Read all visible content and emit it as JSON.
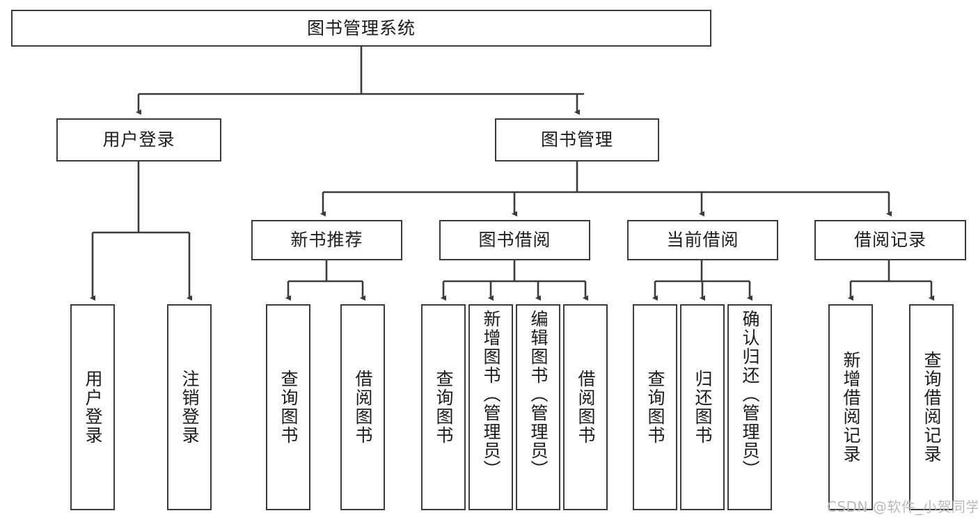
{
  "diagram": {
    "title": "图书管理系统",
    "type": "hierarchy-tree",
    "orientation": "top-down",
    "levels": 4,
    "stroke_color": "#3b3b3b",
    "text_color": "#1b1b1b",
    "background_color": "#ffffff"
  },
  "nodes": {
    "root": {
      "label": "图书管理系统"
    },
    "level2": [
      {
        "label": "用户登录"
      },
      {
        "label": "图书管理"
      }
    ],
    "level3": [
      {
        "label": "新书推荐"
      },
      {
        "label": "图书借阅"
      },
      {
        "label": "当前借阅"
      },
      {
        "label": "借阅记录"
      }
    ],
    "leaves": {
      "user_login": [
        {
          "label": "用户登录"
        },
        {
          "label": "注销登录"
        }
      ],
      "new_book_recommend": [
        {
          "label": "查询图书"
        },
        {
          "label": "借阅图书"
        }
      ],
      "book_borrow": [
        {
          "label": "查询图书"
        },
        {
          "label": "新增图书（管理员）"
        },
        {
          "label": "编辑图书（管理员）"
        },
        {
          "label": "借阅图书"
        }
      ],
      "current_borrow": [
        {
          "label": "查询图书"
        },
        {
          "label": "归还图书"
        },
        {
          "label": "确认归还（管理员）"
        }
      ],
      "borrow_record": [
        {
          "label": "新增借阅记录"
        },
        {
          "label": "查询借阅记录"
        }
      ]
    }
  },
  "watermark": {
    "text": "CSDN @软件_小贺同学"
  }
}
